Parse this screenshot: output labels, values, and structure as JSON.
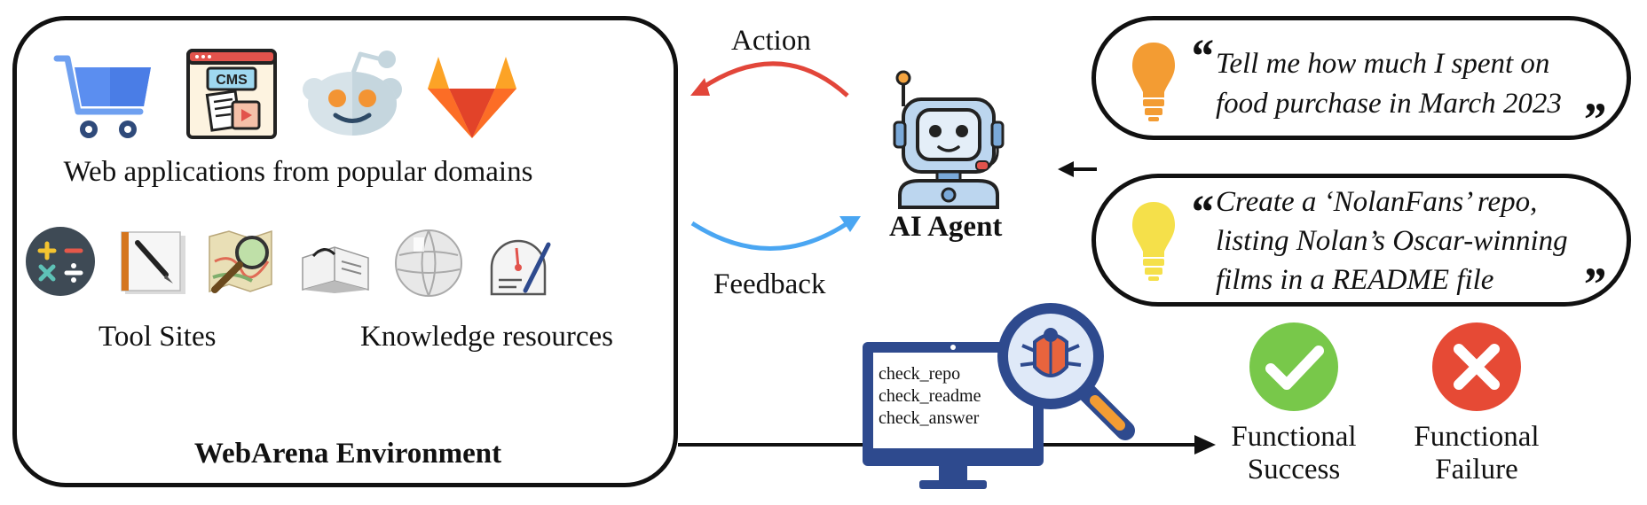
{
  "environment": {
    "title": "WebArena Environment",
    "web_apps_label": "Web applications from popular domains",
    "tool_sites_label": "Tool Sites",
    "knowledge_label": "Knowledge resources",
    "cms_badge": "CMS"
  },
  "agent": {
    "label": "AI Agent",
    "action_label": "Action",
    "feedback_label": "Feedback"
  },
  "intents": [
    {
      "lines": [
        "Tell me how much I spent on",
        "food purchase in March 2023"
      ],
      "bulb_color": "#f39c33"
    },
    {
      "lines": [
        "Create a ‘NolanFans’ repo,",
        "listing Nolan’s Oscar-winning",
        "films in a README file"
      ],
      "bulb_color": "#f5e04a"
    }
  ],
  "evaluator": {
    "checks": [
      "check_repo",
      "check_readme",
      "check_answer"
    ]
  },
  "outcomes": {
    "success_lines": [
      "Functional",
      "Success"
    ],
    "failure_lines": [
      "Functional",
      "Failure"
    ],
    "success_color": "#78c84a",
    "failure_color": "#e64a35"
  },
  "quote_open": "“",
  "quote_close": "”"
}
